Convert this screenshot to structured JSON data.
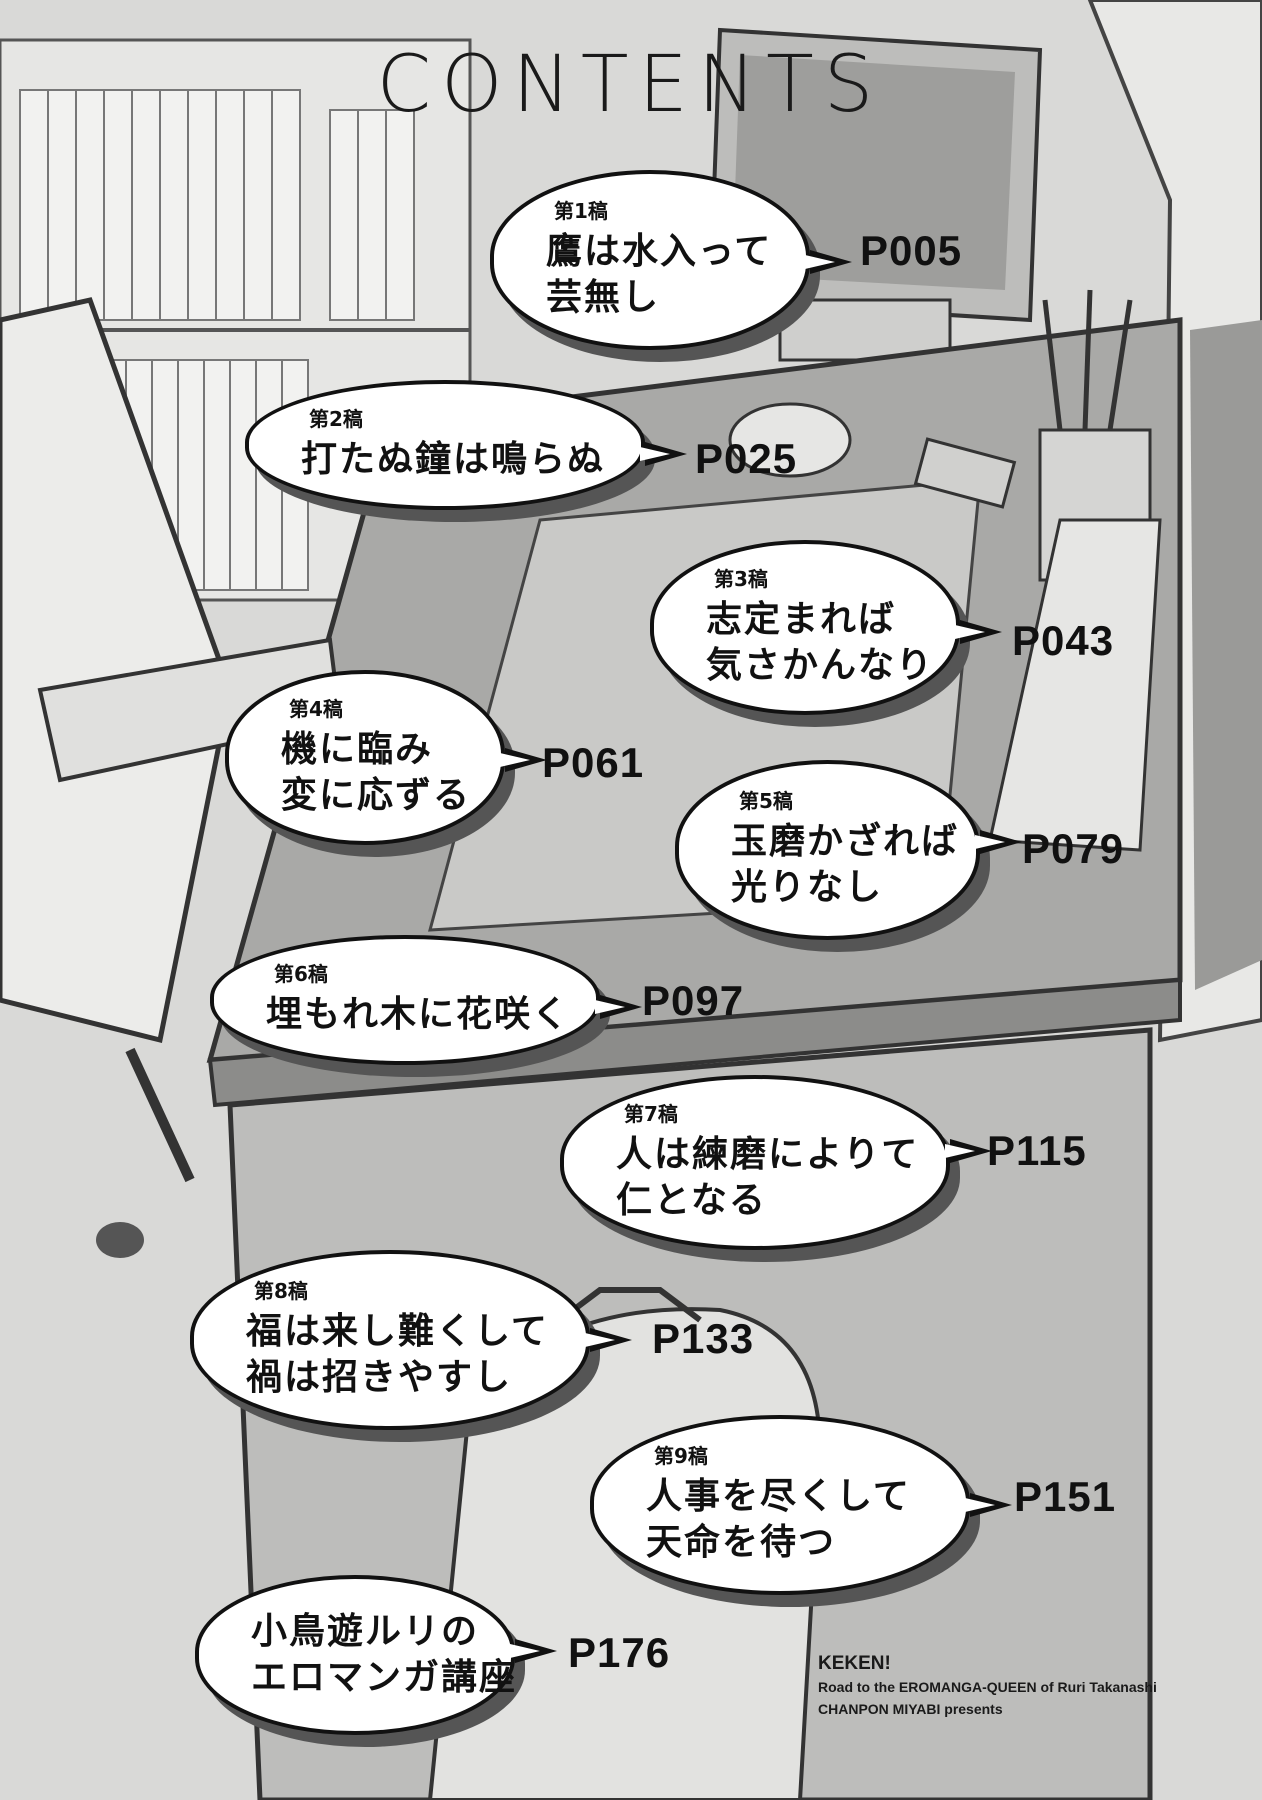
{
  "title": "CONTENTS",
  "chapters": [
    {
      "label": "第1稿",
      "lines": [
        "鷹は水入って",
        "芸無し"
      ],
      "page": "P005"
    },
    {
      "label": "第2稿",
      "lines": [
        "打たぬ鐘は鳴らぬ"
      ],
      "page": "P025"
    },
    {
      "label": "第3稿",
      "lines": [
        "志定まれば",
        "気さかんなり"
      ],
      "page": "P043"
    },
    {
      "label": "第4稿",
      "lines": [
        "機に臨み",
        "変に応ずる"
      ],
      "page": "P061"
    },
    {
      "label": "第5稿",
      "lines": [
        "玉磨かざれば",
        "光りなし"
      ],
      "page": "P079"
    },
    {
      "label": "第6稿",
      "lines": [
        "埋もれ木に花咲く"
      ],
      "page": "P097"
    },
    {
      "label": "第7稿",
      "lines": [
        "人は練磨によりて",
        "仁となる"
      ],
      "page": "P115"
    },
    {
      "label": "第8稿",
      "lines": [
        "福は来し難くして",
        "禍は招きやすし"
      ],
      "page": "P133"
    },
    {
      "label": "第9稿",
      "lines": [
        "人事を尽くして",
        "天命を待つ"
      ],
      "page": "P151"
    },
    {
      "label": "",
      "lines": [
        "小鳥遊ルリの",
        "エロマンガ講座"
      ],
      "page": "P176"
    }
  ],
  "credits": {
    "line1": "KEKEN!",
    "line2": "Road to the EROMANGA-QUEEN of Ruri Takanashi",
    "line3": "CHANPON MIYABI presents"
  }
}
